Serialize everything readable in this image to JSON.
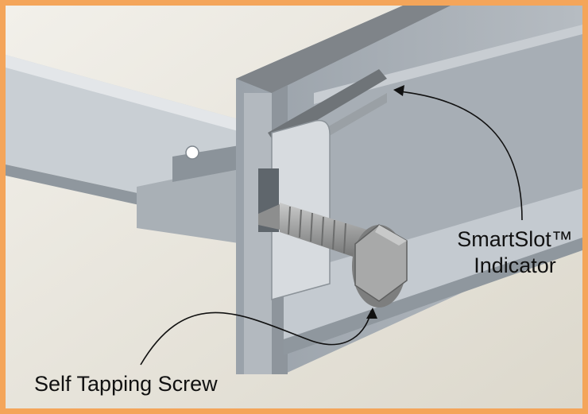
{
  "labels": {
    "smartslot_line1": "SmartSlot™",
    "smartslot_line2": "Indicator",
    "screw": "Self Tapping Screw"
  },
  "colors": {
    "frame": "#f4a55a",
    "background": "#e9e7e0",
    "rail_light": "#c4cad0",
    "rail_mid": "#a4acb4",
    "rail_dark": "#7d858c",
    "screw": "#9b9c9c"
  }
}
